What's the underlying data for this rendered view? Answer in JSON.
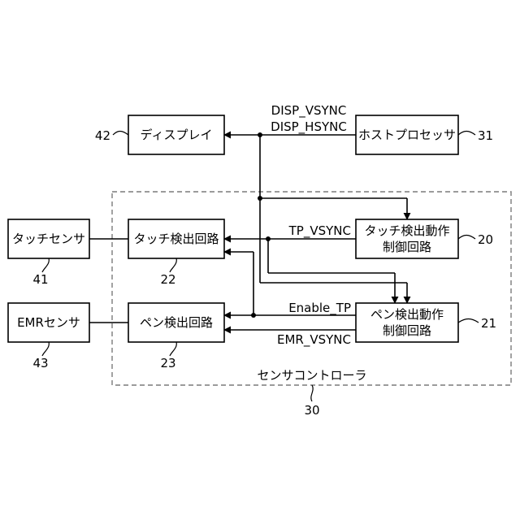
{
  "blocks": {
    "display": "ディスプレイ",
    "host_processor": "ホストプロセッサ",
    "touch_sensor": "タッチセンサ",
    "touch_detect_circuit": "タッチ検出回路",
    "touch_control_line1": "タッチ検出動作",
    "touch_control_line2": "制御回路",
    "emr_sensor": "EMRセンサ",
    "pen_detect_circuit": "ペン検出回路",
    "pen_control_line1": "ペン検出動作",
    "pen_control_line2": "制御回路",
    "sensor_controller": "センサコントローラ"
  },
  "signals": {
    "disp_vsync": "DISP_VSYNC",
    "disp_hsync": "DISP_HSYNC",
    "tp_vsync": "TP_VSYNC",
    "enable_tp": "Enable_TP",
    "emr_vsync": "EMR_VSYNC"
  },
  "ref_numbers": {
    "display": "42",
    "host_processor": "31",
    "touch_sensor": "41",
    "touch_detect_circuit": "22",
    "touch_control": "20",
    "emr_sensor": "43",
    "pen_detect_circuit": "23",
    "pen_control": "21",
    "sensor_controller": "30"
  }
}
